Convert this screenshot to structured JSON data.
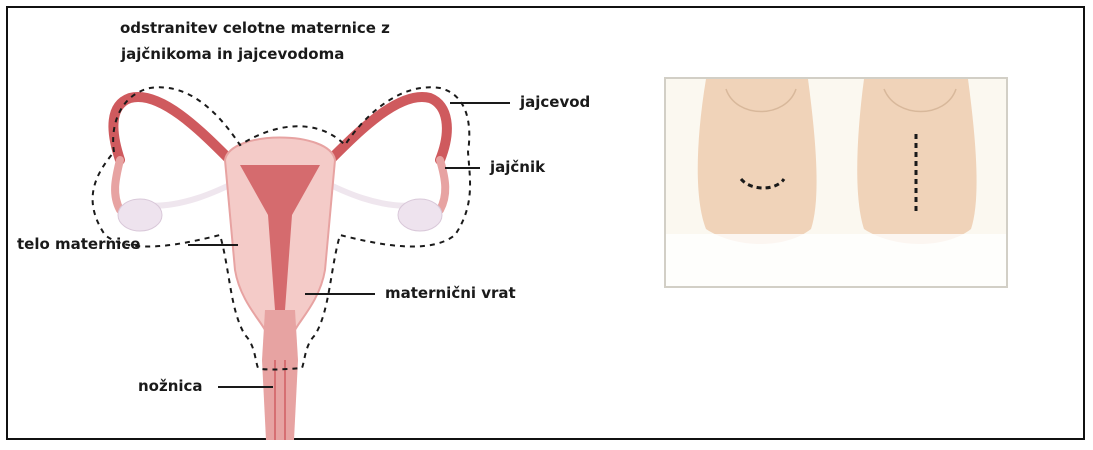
{
  "labels": {
    "title_line1": "odstranitev celotne maternice z",
    "title_line2": "jajčnikoma in jajcevodoma",
    "fallopian_tube": "jajcevod",
    "ovary": "jajčnik",
    "uterus_body": "telo maternice",
    "cervix": "maternični vrat",
    "vagina": "nožnica"
  },
  "colors": {
    "tissue_pink": "#e7a3a2",
    "tissue_dark": "#cf5a5e",
    "tissue_light": "#f4cbc8",
    "ovary_fill": "#eee3ee",
    "skin": "#f0d3b9",
    "dashed_outline": "#1a1a1a"
  }
}
